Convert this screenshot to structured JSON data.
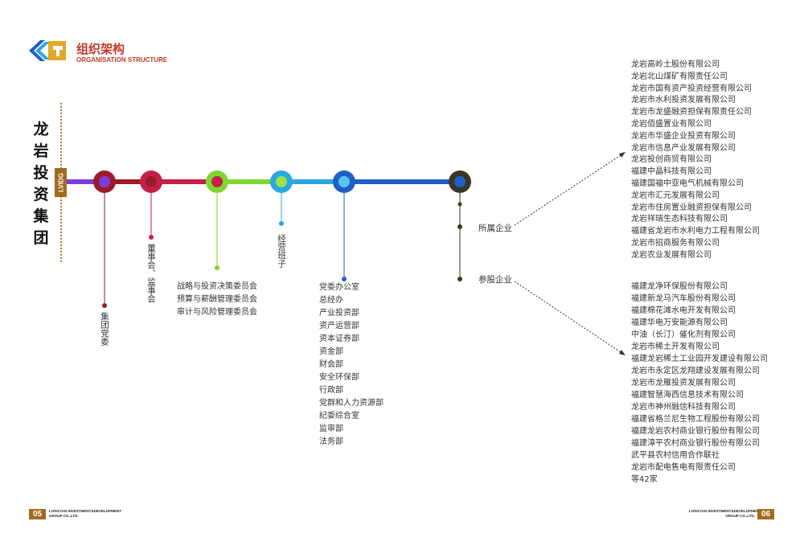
{
  "header": {
    "title_cn": "组织架构",
    "title_en": "ORGANISATION STRUCTURE"
  },
  "side": {
    "company": "龙岩投资集团",
    "badge": "LVIDG"
  },
  "nodes": {
    "party": "集团党委",
    "board": "董事会、监事会",
    "committees": [
      "战略与投资决策委员会",
      "预算与薪酬管理委员会",
      "审计与风险管理委员会"
    ],
    "management": "经营班子",
    "departments": [
      "党委办公室",
      "总经办",
      "产业投资部",
      "资产运营部",
      "资本证券部",
      "资金部",
      "财会部",
      "安全环保部",
      "行政部",
      "党群和人力资源部",
      "纪委综合室",
      "监审部",
      "法务部"
    ],
    "subsidiaries_label": "所属企业",
    "shareholdings_label": "参股企业"
  },
  "subsidiaries": [
    "龙岩高岭土股份有限公司",
    "龙岩北山煤矿有限责任公司",
    "龙岩市国有资产投资经营有限公司",
    "龙岩市水利投资发展有限公司",
    "龙岩市龙盛融资担保有限责任公司",
    "龙岩佰盛置业有限公司",
    "龙岩市华盛企业投资有限公司",
    "龙岩市信息产业发展有限公司",
    "龙岩投创商贸有限公司",
    "福建中晶科技有限公司",
    "福建国福中亚电气机械有限公司",
    "龙岩市汇元发展有限公司",
    "龙岩市住房置业融资担保有限公司",
    "龙岩祥瑞生态科技有限公司",
    "福建省龙岩市水利电力工程有限公司",
    "龙岩市招商服务有限公司",
    "龙岩农业发展有限公司"
  ],
  "shareholdings": [
    "福建龙净环保股份有限公司",
    "福建新龙马汽车股份有限公司",
    "福建棉花滩水电开发有限公司",
    "福建华电万安能源有限公司",
    "中油（长汀）催化剂有限公司",
    "龙岩市稀土开发有限公司",
    "福建龙岩稀土工业园开发建设有限公司",
    "龙岩市永定区龙翔建设发展有限公司",
    "龙岩市龙雁投资发展有限公司",
    "福建智慧海西信息技术有限公司",
    "龙岩市神州融信科技有限公司",
    "福建省格兰尼生物工程股份有限公司",
    "福建龙岩农村商业银行股份有限公司",
    "福建漳平农村商业银行股份有限公司",
    "武平县农村信用合作联社",
    "龙岩市配电售电有限责任公司",
    "等42家"
  ],
  "footer": {
    "left_page": "05",
    "right_page": "06",
    "company_en_line1": "LONGYAN INVESTMENT&DEVELOPMENT",
    "company_en_line2": "GROUP CO.,LTD."
  },
  "colors": {
    "brand": "#a36a1e",
    "title": "#c0392b",
    "purple": "#7a3fd8",
    "dark_red": "#9b1b2a",
    "crimson": "#c4204a",
    "green": "#7fd631",
    "sky": "#2aa7e3",
    "blue": "#1f5fc8",
    "olive": "#3b3524"
  }
}
